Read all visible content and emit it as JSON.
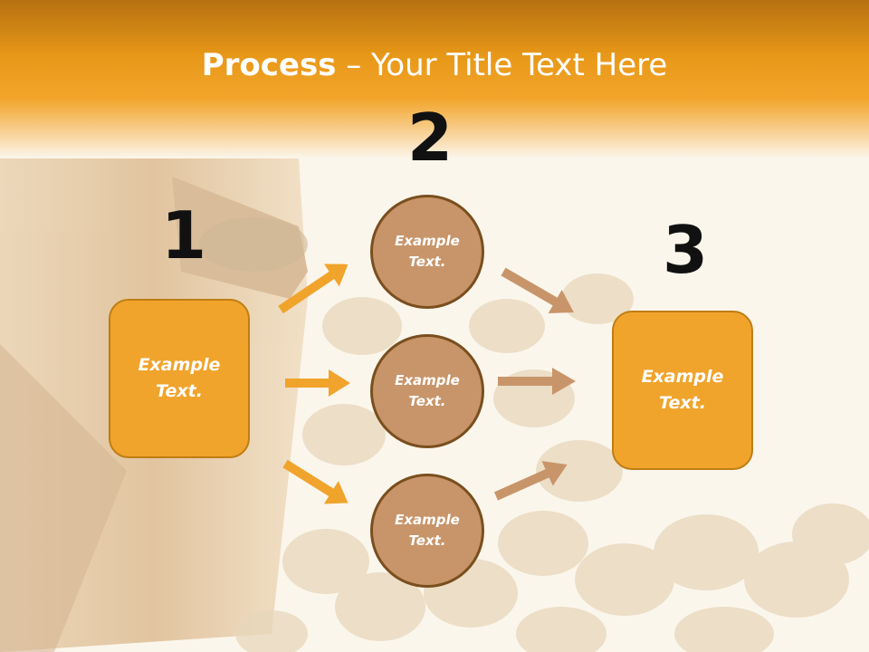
{
  "slide": {
    "title_bold": "Process",
    "title_rest": " – Your Title Text Here",
    "numbers": {
      "one": "1",
      "two": "2",
      "three": "3"
    },
    "box_left": "Example Text.",
    "circle_top": "Example Text.",
    "circle_middle": "Example Text.",
    "circle_bottom": "Example Text.",
    "box_right": "Example Text."
  },
  "colors": {
    "header_orange": "#f2a52a",
    "box_fill": "#f0a42c",
    "circle_fill": "#c8956a",
    "circle_border": "#7a4f1e",
    "arrow_orange": "#f0a42c",
    "arrow_brown": "#c8956a"
  }
}
